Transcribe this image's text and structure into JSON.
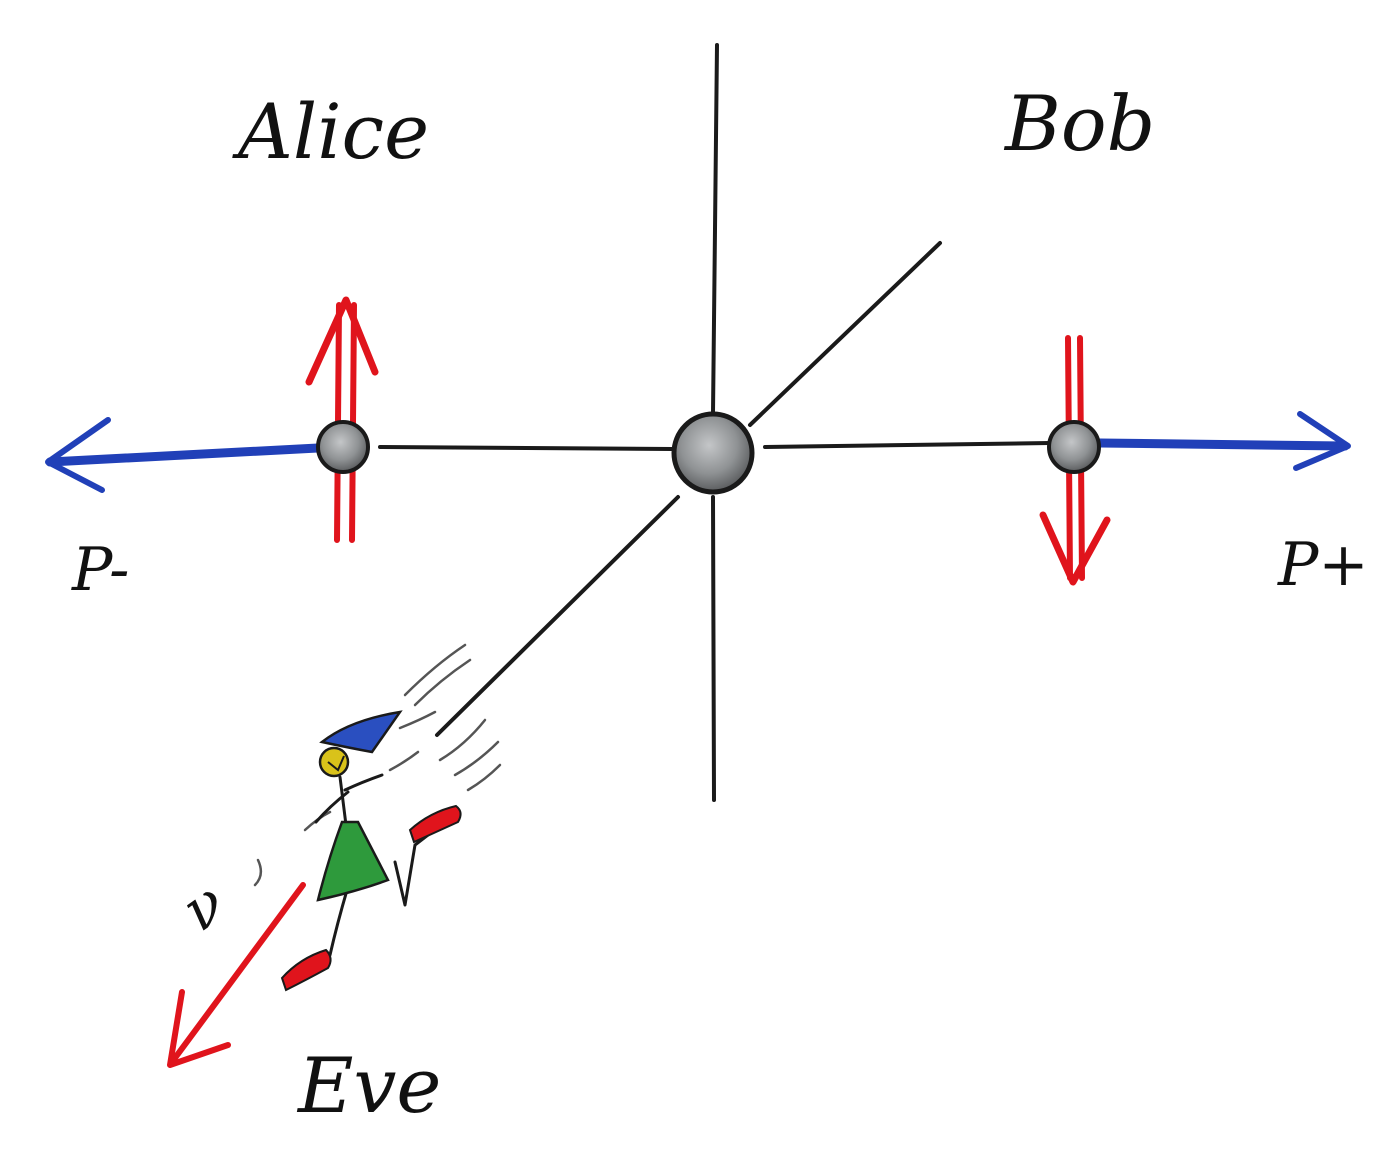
{
  "labels": {
    "alice": "Alice",
    "bob": "Bob",
    "eve": "Eve",
    "p_minus": "P-",
    "p_plus": "P+",
    "nu": "ν"
  },
  "colors": {
    "axis": "#1a1a1a",
    "momentum": "#2140b8",
    "spin": "#e0141c",
    "neutrino": "#e0141c",
    "particle_fill": "#8f9294",
    "eve_hat": "#2a4fc0",
    "eve_dress": "#2e9a3c",
    "eve_face": "#d9c21a",
    "eve_shoes": "#e0141c"
  }
}
